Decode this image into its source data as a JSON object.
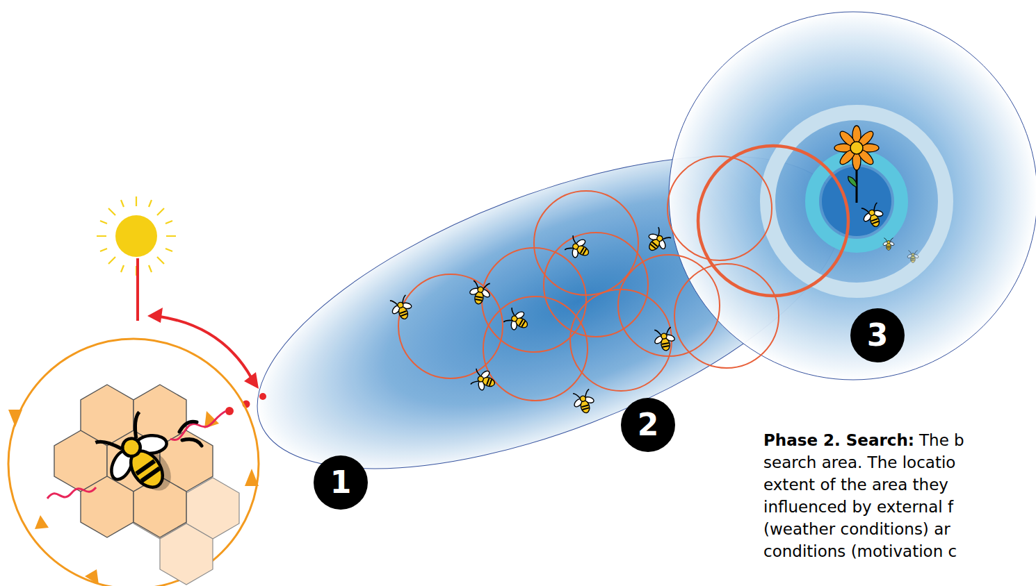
{
  "diagram": {
    "nodes": [
      {
        "text": [
          "1"
        ]
      },
      {
        "text": [
          "2"
        ]
      },
      {
        "text": [
          "3"
        ]
      }
    ],
    "labels": [
      "Phase 2. Search:",
      "The b",
      "search area. The locatio",
      "extent of the area they",
      "influenced by external f",
      "(weather conditions) ar",
      "conditions (motivation c"
    ]
  }
}
